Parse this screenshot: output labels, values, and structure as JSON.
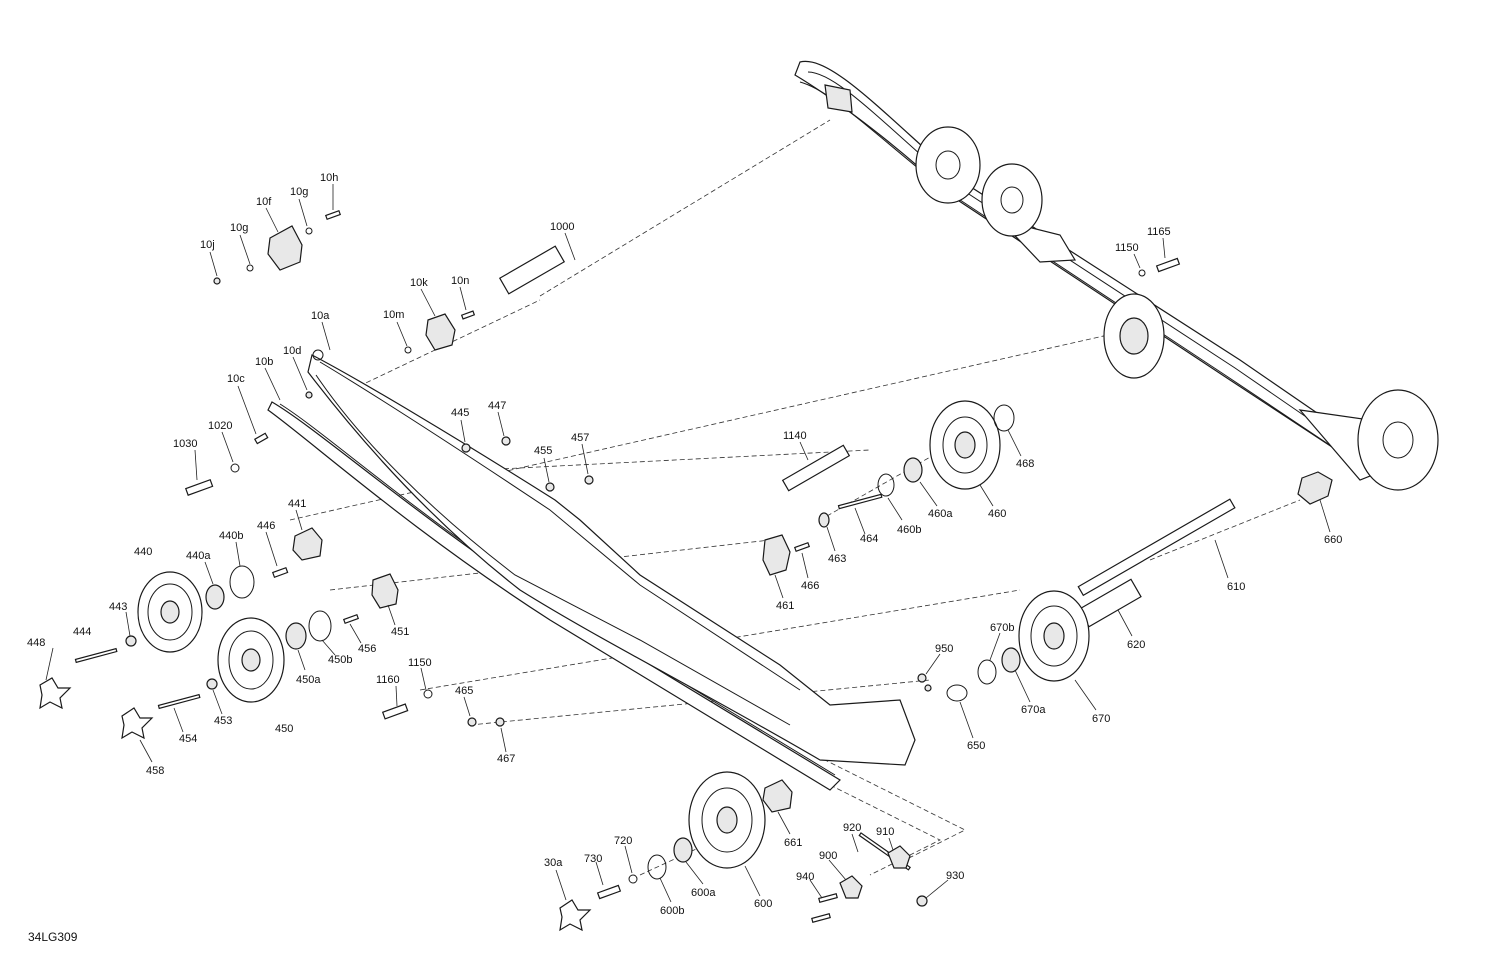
{
  "drawing_code": "34LG309",
  "callouts": {
    "c10h": "10h",
    "c10g_a": "10g",
    "c10f": "10f",
    "c10g_b": "10g",
    "c10j": "10j",
    "c1000": "1000",
    "c10k": "10k",
    "c10n": "10n",
    "c10m": "10m",
    "c10a": "10a",
    "c10d": "10d",
    "c10b": "10b",
    "c10c": "10c",
    "c1020": "1020",
    "c1030": "1030",
    "c445": "445",
    "c447": "447",
    "c455": "455",
    "c457": "457",
    "c441": "441",
    "c440b": "440b",
    "c440a": "440a",
    "c440": "440",
    "c446": "446",
    "c443": "443",
    "c444": "444",
    "c448": "448",
    "c451": "451",
    "c456": "456",
    "c450b": "450b",
    "c450a": "450a",
    "c450": "450",
    "c453": "453",
    "c454": "454",
    "c458": "458",
    "c1160": "1160",
    "c1150_a": "1150",
    "c465": "465",
    "c467": "467",
    "c1140": "1140",
    "c1150_b": "1150",
    "c1165": "1165",
    "c468": "468",
    "c460": "460",
    "c460a": "460a",
    "c460b": "460b",
    "c464": "464",
    "c463": "463",
    "c466": "466",
    "c461": "461",
    "c660": "660",
    "c610": "610",
    "c620": "620",
    "c670b": "670b",
    "c670": "670",
    "c670a": "670a",
    "c650": "650",
    "c950": "950",
    "c661": "661",
    "c600": "600",
    "c600a": "600a",
    "c600b": "600b",
    "c720": "720",
    "c730": "730",
    "c30a": "30a",
    "c920": "920",
    "c910": "910",
    "c900": "900",
    "c940": "940",
    "c930": "930"
  }
}
